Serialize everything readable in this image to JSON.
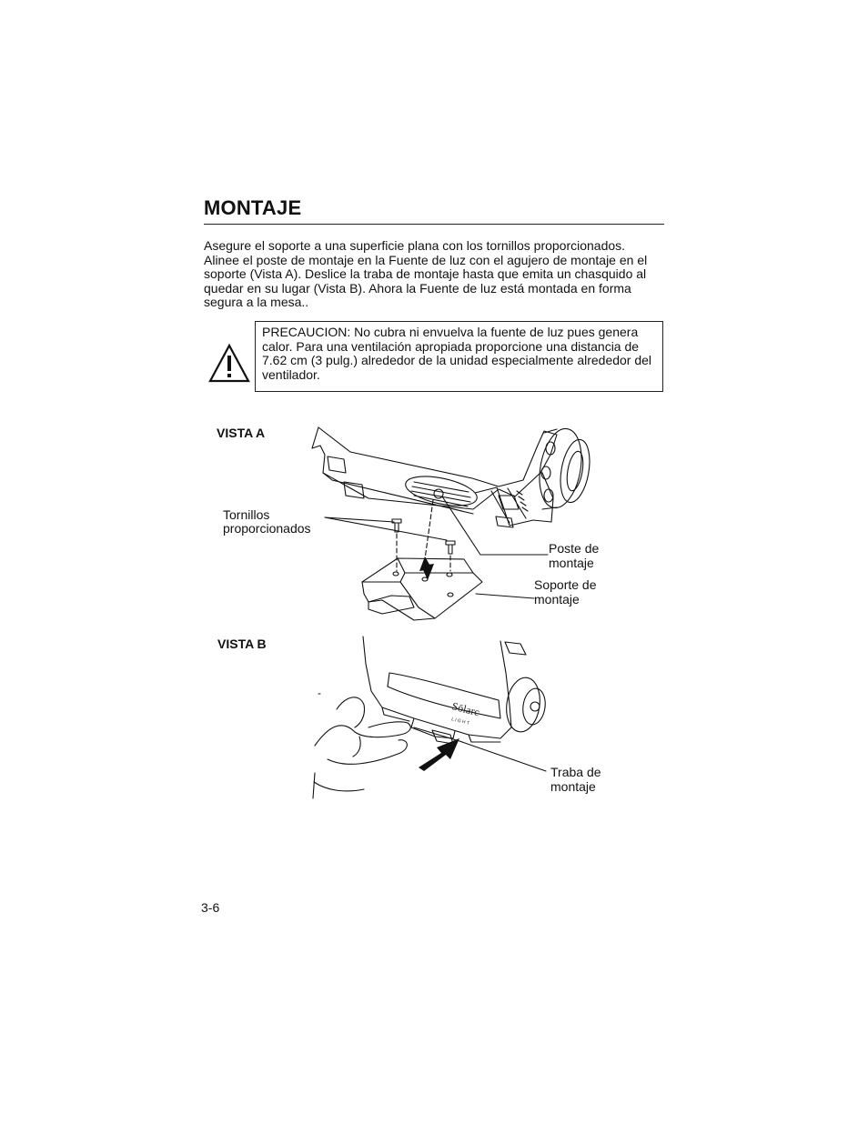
{
  "heading": "MONTAJE",
  "intro_text": "Asegure el soporte a una superficie plana con los tornillos proporcionados. Alinee el poste de montaje en la Fuente de luz con el agujero de montaje en el soporte (Vista A). Deslice la traba de montaje hasta que emita un chasquido al quedar en su lugar (Vista B). Ahora la Fuente de luz está montada en forma segura a la mesa..",
  "caution": {
    "icon": "warning-triangle-icon",
    "text": "PRECAUCION: No cubra ni envuelva la fuente de luz pues genera calor. Para una ventilación apropiada proporcione una distancia de 7.62 cm (3 pulg.) alrededor de la unidad especialmente alrededor del ventilador."
  },
  "vista_a": {
    "label": "VISTA A",
    "callouts": {
      "screws_line1": "Tornillos",
      "screws_line2": "proporcionados",
      "post_line1": "Poste de",
      "post_line2": "montaje",
      "bracket_line1": "Soporte de",
      "bracket_line2": "montaje"
    }
  },
  "vista_b": {
    "label": "VISTA B",
    "logo_text": "Sōlarc",
    "logo_subtext": "L I G H T",
    "callouts": {
      "latch_line1": "Traba de",
      "latch_line2": "montaje"
    }
  },
  "page_number": "3-6"
}
